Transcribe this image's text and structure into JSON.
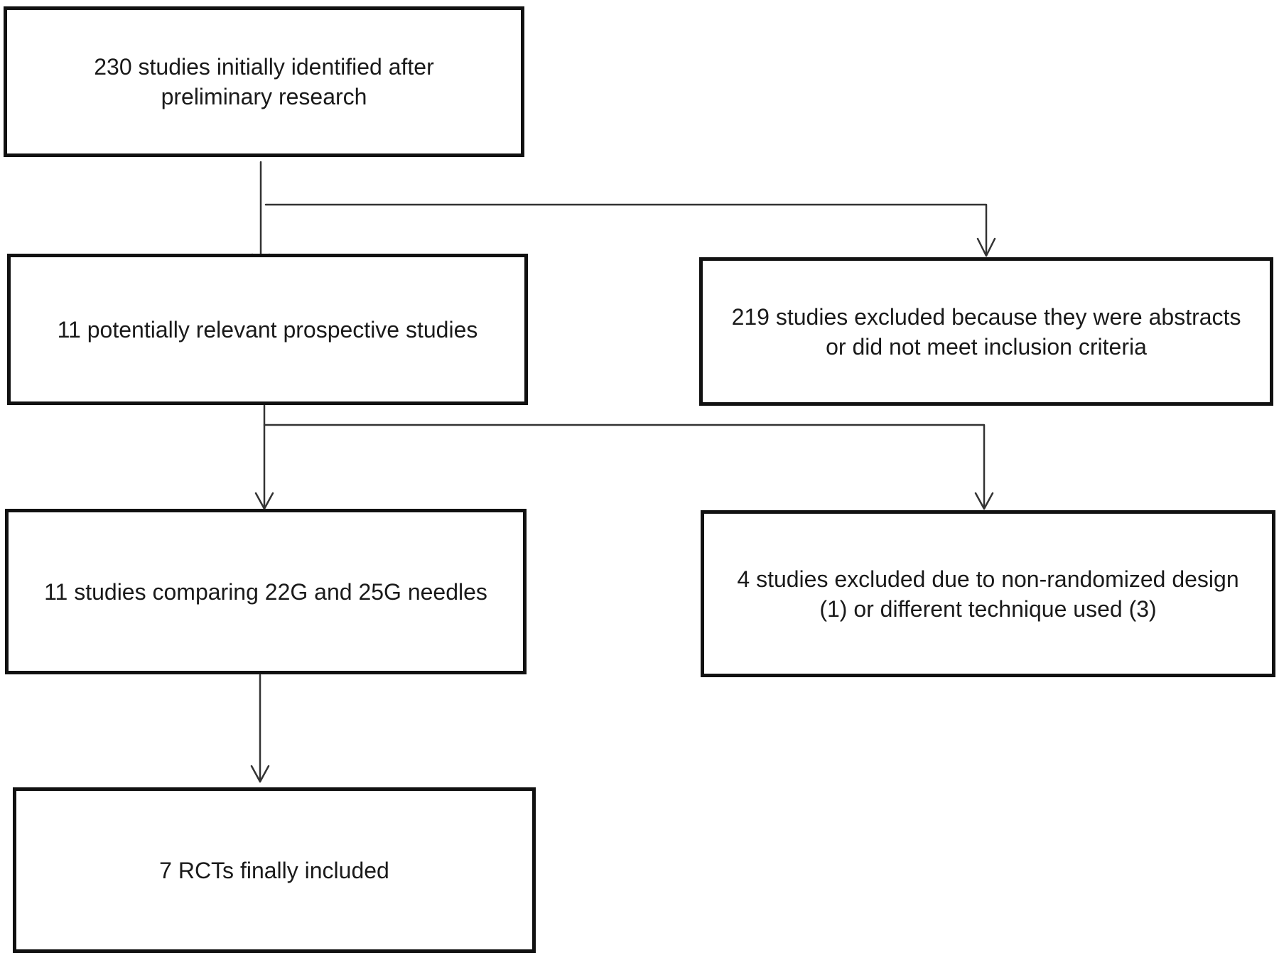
{
  "boxes": {
    "identified": "230 studies initially identified after preliminary research",
    "potentially_relevant": "11 potentially relevant prospective studies",
    "excluded_abstracts": "219 studies excluded because they were abstracts or did not meet inclusion criteria",
    "comparing": "11 studies comparing 22G and 25G needles",
    "excluded_design": "4 studies excluded due to non-randomized design (1) or different technique used (3)",
    "included": "7 RCTs finally included"
  },
  "colors": {
    "border": "#111111",
    "text": "#1a1a1a",
    "connector": "#333333",
    "background": "#ffffff"
  }
}
